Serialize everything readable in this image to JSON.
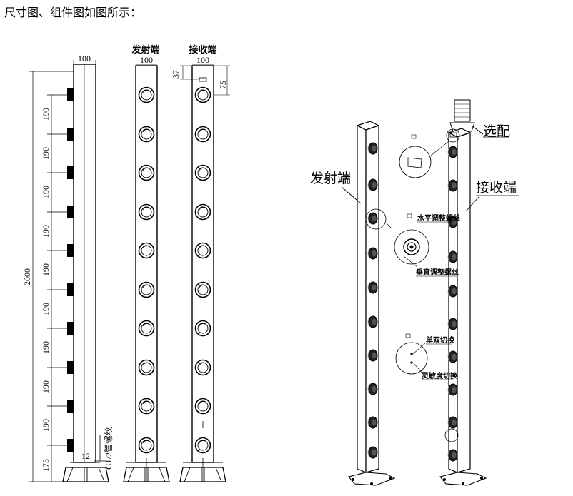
{
  "caption": "尺寸图、组件图如图所示：",
  "dimension_drawing": {
    "width_label": "100",
    "spacing_label": "190",
    "spacing_count": 9,
    "bottom_label": "175",
    "total_height_label": "2000",
    "pipe_thread_label": "G1/2管螺纹",
    "pipe_dim_label": "12",
    "top_offset_label": "37",
    "first_lens_label": "75",
    "transmitter_title": "发射端",
    "receiver_title": "接收端"
  },
  "component_drawing": {
    "transmitter_label": "发射端",
    "receiver_label": "接收端",
    "optional_label": "选配",
    "horizontal_screw_label": "水平调整螺丝",
    "vertical_screw_label": "垂直调整螺丝",
    "single_double_switch_label": "单双切换",
    "sensitivity_switch_label": "灵敏度切换"
  }
}
